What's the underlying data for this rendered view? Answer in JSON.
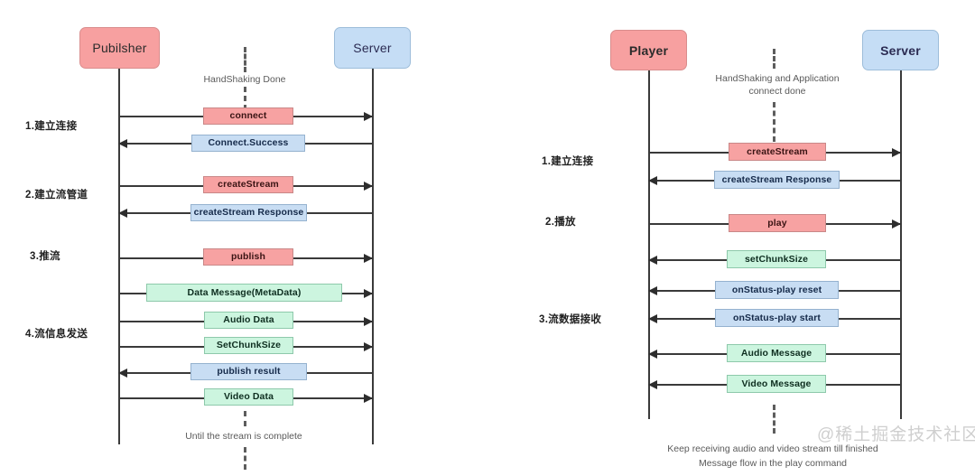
{
  "page": {
    "watermark": "@稀土掘金技术社区"
  },
  "left": {
    "actors": {
      "client": "Pubilsher",
      "server": "Server"
    },
    "notes": {
      "top": "HandShaking Done",
      "bottom": "Until the stream is complete"
    },
    "steps": [
      {
        "label": "1.建立连接"
      },
      {
        "label": "2.建立流管道"
      },
      {
        "label": "3.推流"
      },
      {
        "label": "4.流信息发送"
      }
    ],
    "messages": [
      {
        "label": "connect",
        "color": "pink",
        "direction": "right"
      },
      {
        "label": "Connect.Success",
        "color": "blue",
        "direction": "left"
      },
      {
        "label": "createStream",
        "color": "pink",
        "direction": "right"
      },
      {
        "label": "createStream Response",
        "color": "blue",
        "direction": "left"
      },
      {
        "label": "publish",
        "color": "pink",
        "direction": "right"
      },
      {
        "label": "Data Message(MetaData)",
        "color": "green",
        "direction": "right"
      },
      {
        "label": "Audio Data",
        "color": "green",
        "direction": "right"
      },
      {
        "label": "SetChunkSize",
        "color": "green",
        "direction": "right"
      },
      {
        "label": "publish result",
        "color": "blue",
        "direction": "left"
      },
      {
        "label": "Video Data",
        "color": "green",
        "direction": "right"
      }
    ]
  },
  "right": {
    "actors": {
      "client": "Player",
      "server": "Server"
    },
    "notes": {
      "top": "HandShaking and Application connect done",
      "bottom_line1": "Keep receiving audio and video stream till finished",
      "bottom_line2": "Message flow in the play command"
    },
    "steps": [
      {
        "label": "1.建立连接"
      },
      {
        "label": "2.播放"
      },
      {
        "label": "3.流数据接收"
      }
    ],
    "messages": [
      {
        "label": "createStream",
        "color": "pink",
        "direction": "right"
      },
      {
        "label": "createStream Response",
        "color": "blue",
        "direction": "left"
      },
      {
        "label": "play",
        "color": "pink",
        "direction": "right"
      },
      {
        "label": "setChunkSize",
        "color": "green",
        "direction": "left"
      },
      {
        "label": "onStatus-play reset",
        "color": "blue",
        "direction": "left"
      },
      {
        "label": "onStatus-play start",
        "color": "blue",
        "direction": "left"
      },
      {
        "label": "Audio Message",
        "color": "green",
        "direction": "left"
      },
      {
        "label": "Video Message",
        "color": "green",
        "direction": "left"
      }
    ]
  }
}
